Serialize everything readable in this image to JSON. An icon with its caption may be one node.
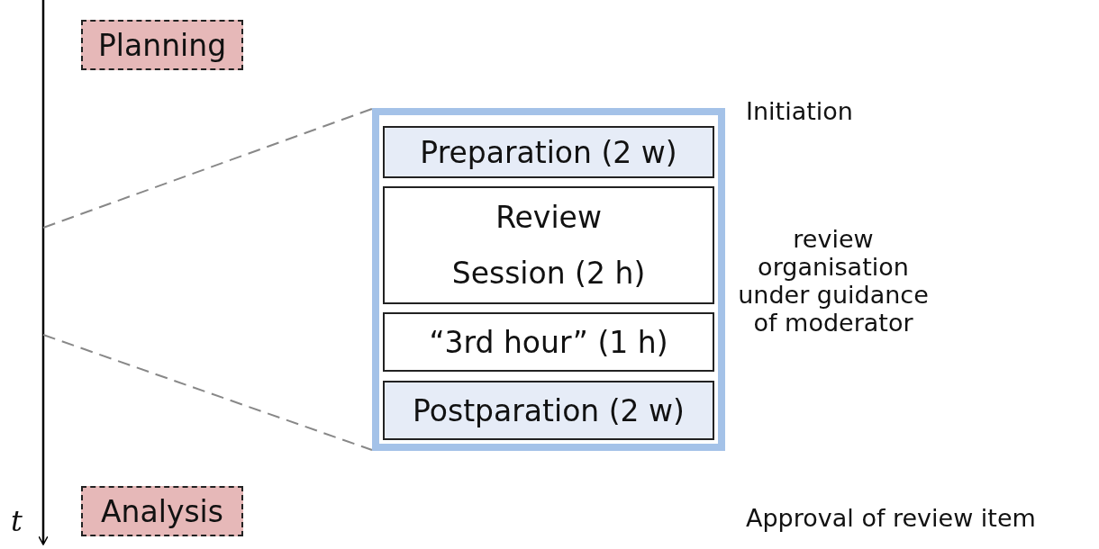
{
  "diagram": {
    "nodes": [
      {
        "text": [
          "Planning"
        ]
      },
      {
        "text": [
          "Analysis"
        ]
      },
      {
        "text": [],
        "shape": "box"
      },
      {
        "text": [
          "Preparation (2 w)"
        ],
        "in": 2
      },
      {
        "text": [
          "Review Session (2 h)"
        ],
        "in": 2
      },
      {
        "text": [
          "“3rd hour” (1 h)"
        ],
        "in": 2
      },
      {
        "text": [
          "Postparation (2 w)"
        ],
        "in": 2
      }
    ],
    "edges": [
      {
        "from": null,
        "to": 2,
        "arrow": "none",
        "style": "dashed",
        "color": "#888888"
      },
      {
        "from": null,
        "to": 2,
        "arrow": "none",
        "style": "dashed",
        "color": "#888888"
      }
    ],
    "labels": [
      "Initiation",
      "review organisation under guidance of moderator",
      "Approval of review item",
      "t"
    ]
  }
}
